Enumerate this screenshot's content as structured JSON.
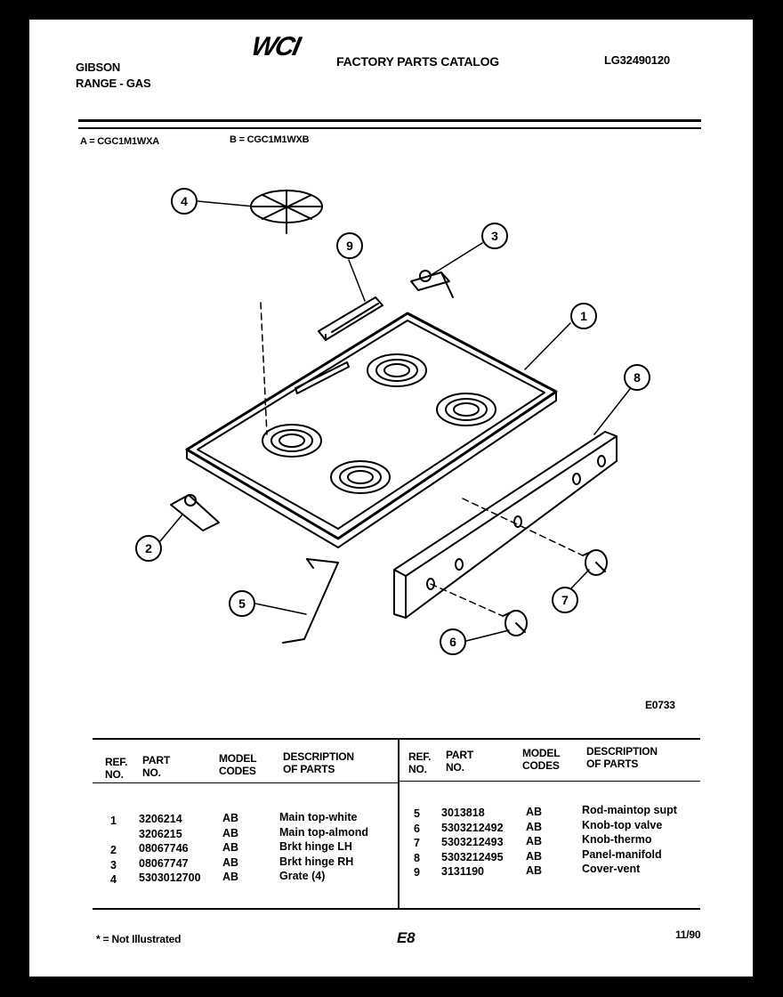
{
  "header": {
    "brand": "GIBSON",
    "product": "RANGE - GAS",
    "logo": "WCI",
    "catalog_title": "FACTORY PARTS CATALOG",
    "catalog_number": "LG32490120",
    "model_a": "A = CGC1M1WXA",
    "model_b": "B = CGC1M1WXB"
  },
  "diagram": {
    "callouts": [
      "1",
      "2",
      "3",
      "4",
      "5",
      "6",
      "7",
      "8",
      "9"
    ],
    "code": "E0733"
  },
  "parts_table": {
    "headers": {
      "ref_1": "REF.",
      "ref_2": "NO.",
      "part_1": "PART",
      "part_2": "NO.",
      "model_1": "MODEL",
      "model_2": "CODES",
      "desc_1": "DESCRIPTION",
      "desc_2": "OF PARTS"
    },
    "left_rows": [
      {
        "ref": "1",
        "part": "3206214",
        "model": "AB",
        "desc": "Main top-white"
      },
      {
        "ref": "",
        "part": "3206215",
        "model": "AB",
        "desc": "Main top-almond"
      },
      {
        "ref": "2",
        "part": "08067746",
        "model": "AB",
        "desc": "Brkt hinge LH"
      },
      {
        "ref": "3",
        "part": "08067747",
        "model": "AB",
        "desc": "Brkt hinge RH"
      },
      {
        "ref": "4",
        "part": "5303012700",
        "model": "AB",
        "desc": "Grate (4)"
      }
    ],
    "right_rows": [
      {
        "ref": "5",
        "part": "3013818",
        "model": "AB",
        "desc": "Rod-maintop supt"
      },
      {
        "ref": "6",
        "part": "5303212492",
        "model": "AB",
        "desc": "Knob-top valve"
      },
      {
        "ref": "7",
        "part": "5303212493",
        "model": "AB",
        "desc": "Knob-thermo"
      },
      {
        "ref": "8",
        "part": "5303212495",
        "model": "AB",
        "desc": "Panel-manifold"
      },
      {
        "ref": "9",
        "part": "3131190",
        "model": "AB",
        "desc": "Cover-vent"
      }
    ]
  },
  "footer": {
    "note": "* = Not Illustrated",
    "page_code": "E8",
    "date": "11/90"
  }
}
